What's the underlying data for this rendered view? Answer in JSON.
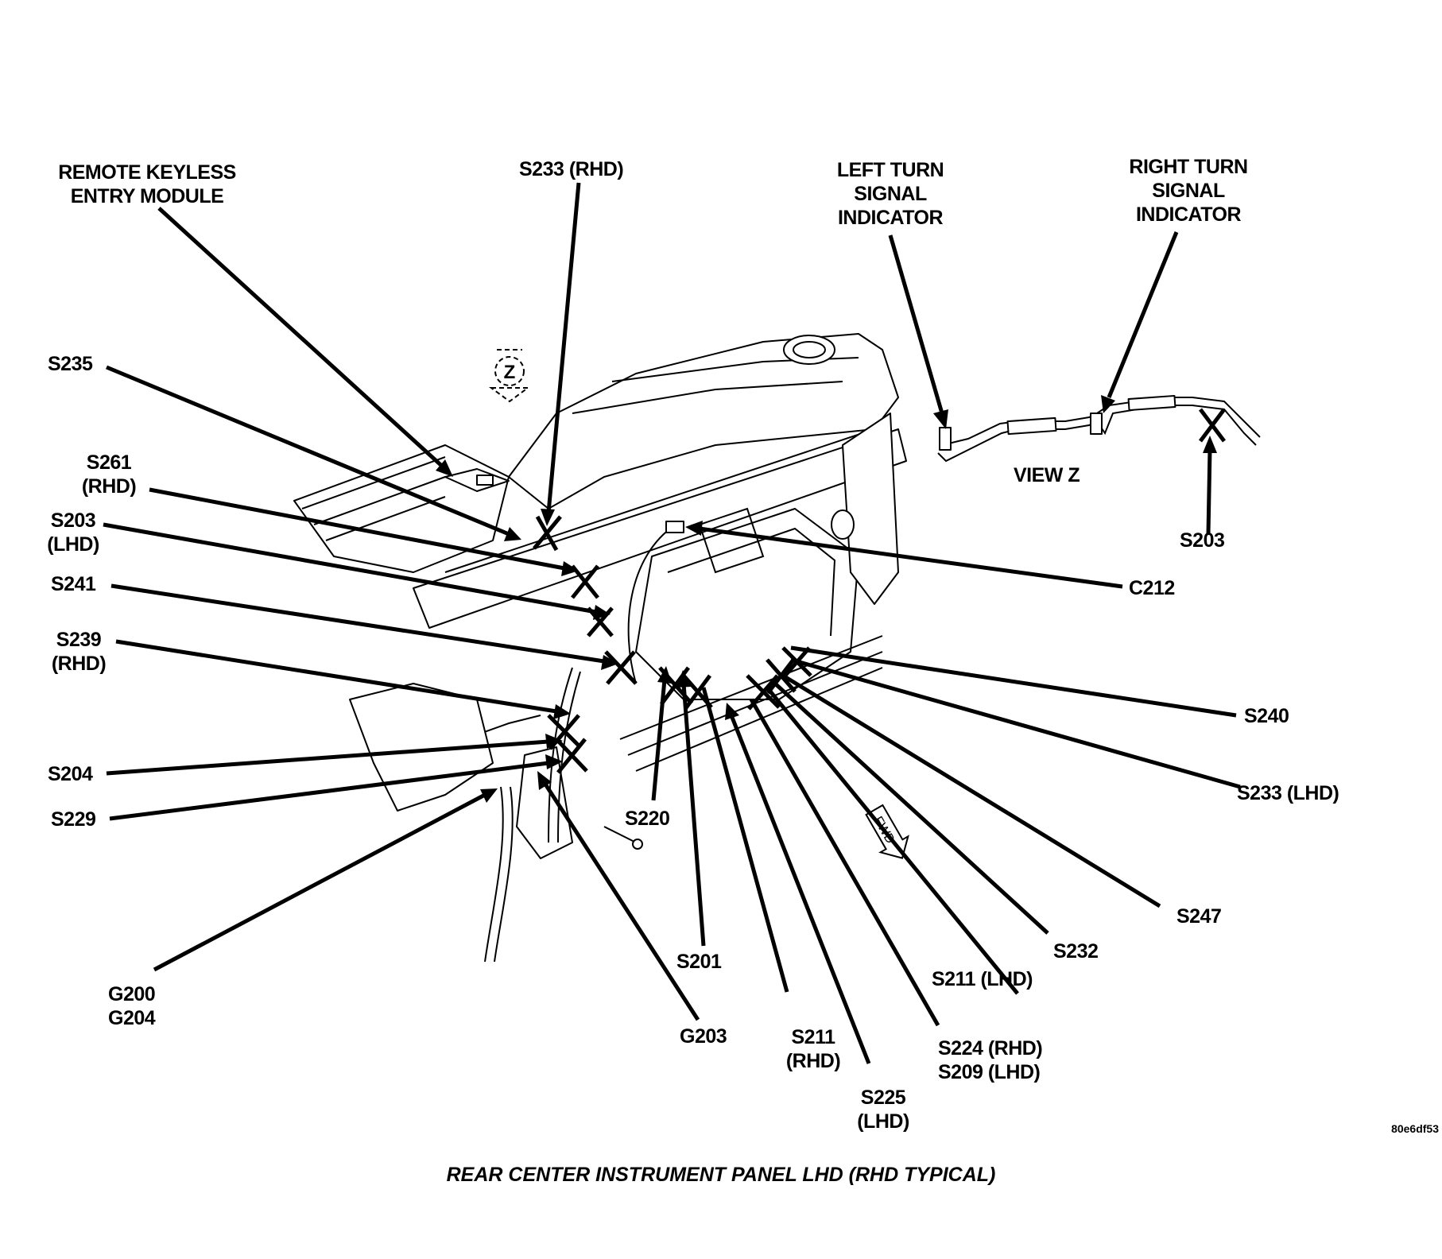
{
  "diagram": {
    "title": "REAR CENTER INSTRUMENT PANEL LHD (RHD TYPICAL)",
    "figure_code": "80e6df53",
    "view_marker": "Z",
    "view_label": "VIEW Z",
    "fwd_label": "FWD",
    "labels": {
      "rke_module": "REMOTE KEYLESS\nENTRY MODULE",
      "s233_rhd": "S233 (RHD)",
      "left_turn": "LEFT TURN\nSIGNAL\nINDICATOR",
      "right_turn": "RIGHT TURN\nSIGNAL\nINDICATOR",
      "s235": "S235",
      "s261": "S261\n(RHD)",
      "s203_lhd": "S203\n(LHD)",
      "s241": "S241",
      "s239": "S239\n(RHD)",
      "s204": "S204",
      "s229": "S229",
      "g200_g204": "G200\nG204",
      "g203": "G203",
      "s220": "S220",
      "s201": "S201",
      "s211_rhd": "S211\n(RHD)",
      "s225": "S225\n(LHD)",
      "s224_s209": "S224 (RHD)\nS209 (LHD)",
      "s211_lhd": "S211 (LHD)",
      "s232": "S232",
      "s247": "S247",
      "s233_lhd": "S233 (LHD)",
      "s240": "S240",
      "c212": "C212",
      "s203_viewz": "S203"
    }
  }
}
